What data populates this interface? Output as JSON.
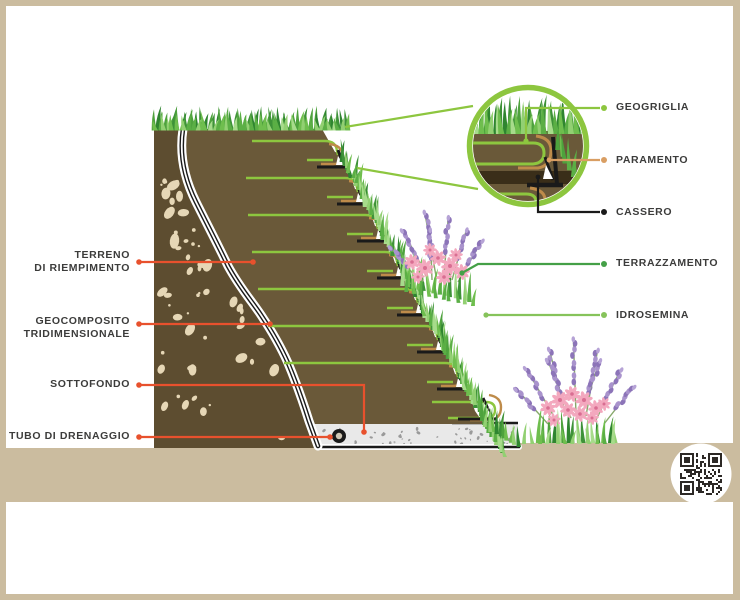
{
  "figure": {
    "left_labels": [
      {
        "id": "terreno-di-riempimento",
        "line1": "TERRENO",
        "line2": "DI RIEMPIMENTO"
      },
      {
        "id": "geocomposito-tridimensionale",
        "line1": "GEOCOMPOSITO",
        "line2": "TRIDIMENSIONALE"
      },
      {
        "id": "sottofondo",
        "line1": "SOTTOFONDO",
        "line2": ""
      },
      {
        "id": "tubo-di-drenaggio",
        "line1": "TUBO DI DRENAGGIO",
        "line2": ""
      }
    ],
    "right_labels": [
      {
        "id": "geogriglia",
        "text": "GEOGRIGLIA"
      },
      {
        "id": "paramento",
        "text": "PARAMENTO"
      },
      {
        "id": "cassero",
        "text": "CASSERO"
      },
      {
        "id": "terrazzamento",
        "text": "TERRAZZAMENTO"
      },
      {
        "id": "idrosemina",
        "text": "IDROSEMINA"
      }
    ],
    "colors": {
      "frame": "#CBBC9F",
      "ground": "#CBBC9F",
      "soil_fill": "#6A5939",
      "soil_retained": "#5D4D30",
      "geogrid_green": "#8DC63F",
      "paramento_tan": "#BE8B4A",
      "paramento_line": "#D99E63",
      "cassero_black": "#1A1A1A",
      "terrace_green": "#44A047",
      "hydroseed_green": "#86C35B",
      "connector_orange": "#E8512D",
      "label_text": "#3C3C3B",
      "gravel": "#E9E9E9"
    },
    "icons": {
      "qr": "qr-code-icon"
    }
  }
}
